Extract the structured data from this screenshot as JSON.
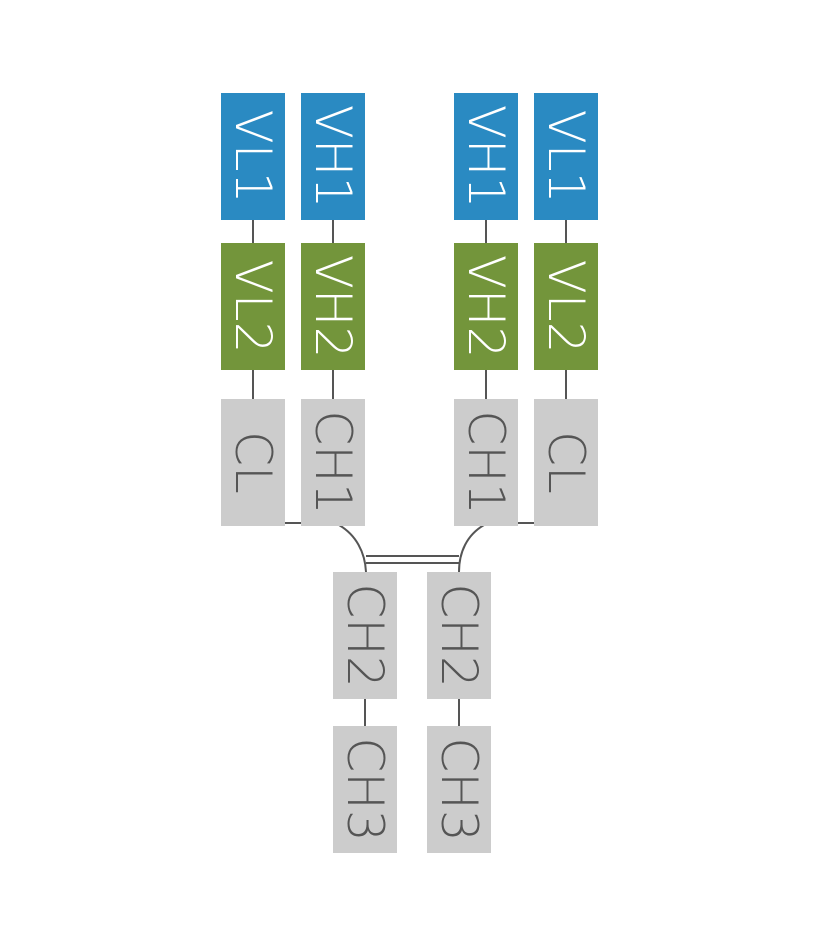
{
  "colors": {
    "variable_light": "#2a8ac2",
    "variable_heavy": "#73953b",
    "constant": "#cccccc",
    "text_light": "#ffffff",
    "text_dark": "#555555",
    "connector": "#555555"
  },
  "arms": [
    {
      "light_chain": [
        {
          "label": "VL1",
          "kind": "variable_light"
        },
        {
          "label": "VL2",
          "kind": "variable_heavy"
        },
        {
          "label": "CL",
          "kind": "constant"
        }
      ],
      "heavy_chain": [
        {
          "label": "VH1",
          "kind": "variable_light"
        },
        {
          "label": "VH2",
          "kind": "variable_heavy"
        },
        {
          "label": "CH1",
          "kind": "constant"
        }
      ]
    },
    {
      "light_chain": [
        {
          "label": "VL1",
          "kind": "variable_light"
        },
        {
          "label": "VL2",
          "kind": "variable_heavy"
        },
        {
          "label": "CL",
          "kind": "constant"
        }
      ],
      "heavy_chain": [
        {
          "label": "VH1",
          "kind": "variable_light"
        },
        {
          "label": "VH2",
          "kind": "variable_heavy"
        },
        {
          "label": "CH1",
          "kind": "constant"
        }
      ]
    }
  ],
  "fc": [
    [
      {
        "label": "CH2",
        "kind": "constant"
      },
      {
        "label": "CH3",
        "kind": "constant"
      }
    ],
    [
      {
        "label": "CH2",
        "kind": "constant"
      },
      {
        "label": "CH3",
        "kind": "constant"
      }
    ]
  ]
}
